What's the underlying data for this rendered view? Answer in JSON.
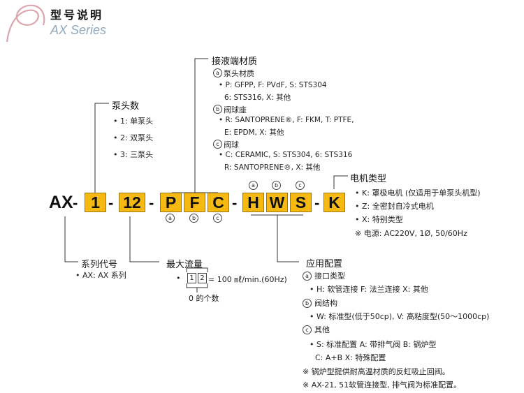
{
  "header": {
    "title": "型号说明",
    "series": "AX Series",
    "logo_icon": "swirl-logo-icon"
  },
  "colors": {
    "box_fill": "#f6b912",
    "series_text": "#8fa8bd",
    "logo_stroke": "#d9a6ad"
  },
  "model": {
    "prefix": "AX",
    "dash": "-",
    "box1": "1",
    "box2": "12",
    "box3": "P",
    "box4": "F",
    "box5": "C",
    "box6": "H",
    "box7": "W",
    "box8": "S",
    "box9": "K",
    "circle_a": "a",
    "circle_b": "b",
    "circle_c": "c"
  },
  "pump_heads": {
    "title": "泵头数",
    "items": [
      "• 1: 单泵头",
      "• 2: 双泵头",
      "• 3: 三泵头"
    ]
  },
  "wetted": {
    "title": "接液端材质",
    "pump_head": "泵头材质",
    "pump_head_l1": "• P: GFPP, F: PVdF, S: STS304",
    "pump_head_l2": "6: STS316, X: 其他",
    "valve_seat": "阀球座",
    "valve_seat_l1": "• R: SANTOPRENE®, F: FKM, T: PTFE,",
    "valve_seat_l2": "E: EPDM, X: 其他",
    "valve_ball": "阀球",
    "valve_ball_l1": "• C: CERAMIC, S: STS304, 6: STS316",
    "valve_ball_l2": "R: SANTOPRENE®, X: 其他"
  },
  "motor": {
    "title": "电机类型",
    "items": [
      "• K: 罩极电机 (仅适用于单泵头机型)",
      "• Z: 全密封自冷式电机",
      "• X: 特别类型"
    ],
    "power": "※ 电源: AC220V, 1Ø, 50/60Hz"
  },
  "series_code": {
    "title": "系列代号",
    "item": "• AX: AX 系列"
  },
  "flow": {
    "title": "最大流量",
    "bullet": "•",
    "d1": "1",
    "d2": "2",
    "formula": "= 100 ㎖/min.(60Hz)",
    "note": "0 的个数"
  },
  "application": {
    "title": "应用配置",
    "conn": "接口类型",
    "conn_l1": "• H: 软管连接   F: 法兰连接     X:  其他",
    "valve": "阀结构",
    "valve_l1": "• W: 标准型(低于50cp), V: 高粘度型(50～1000cp)",
    "other": "其他",
    "other_l1": "• S: 标准配置    A: 带排气阀   B: 锅炉型",
    "other_l2": "C: A+B     X: 特殊配置",
    "note1": "※ 锅炉型提供耐高温材质的反虹吸止回阀。",
    "note2": "※ AX-21, 51软管连接型, 排气阀为标准配置。"
  }
}
